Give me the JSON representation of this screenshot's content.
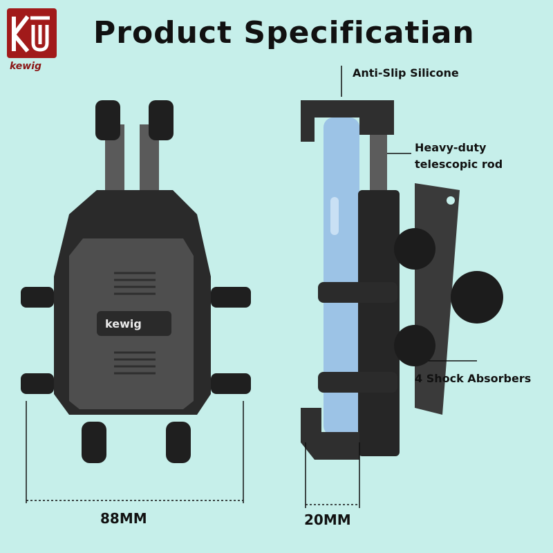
{
  "header": {
    "title": "Product Specificatian"
  },
  "brand": {
    "name": "kewig",
    "badge_text": "kewig"
  },
  "callouts": {
    "anti_slip": "Anti-Slip Silicone",
    "rod_line1": "Heavy-duty",
    "rod_line2": "telescopic rod",
    "shock": "4 Shock Absorbers"
  },
  "dimensions": {
    "width": "88MM",
    "depth": "20MM"
  },
  "colors": {
    "background": "#c6efea",
    "brand": "#a11a1a",
    "body": "#3b3b3b",
    "phone": "#9cc3e6"
  }
}
